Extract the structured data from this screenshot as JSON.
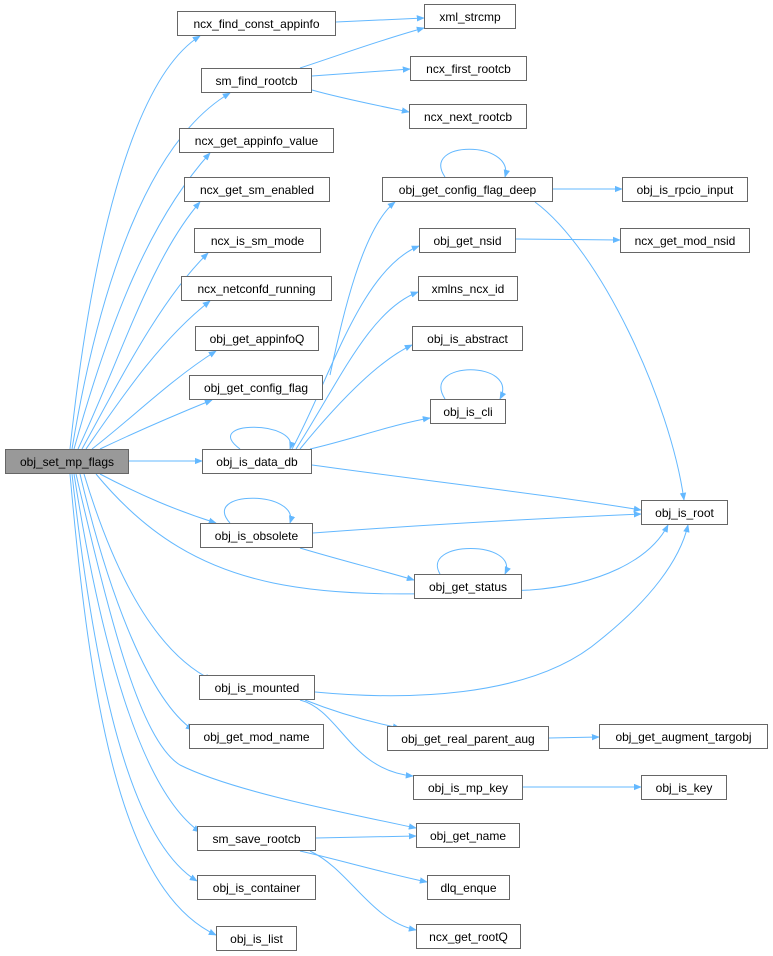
{
  "graph": {
    "root": "obj_set_mp_flags",
    "edge_color": "#63b8ff",
    "nodes": {
      "obj_set_mp_flags": "obj_set_mp_flags",
      "ncx_find_const_appinfo": "ncx_find_const_appinfo",
      "xml_strcmp": "xml_strcmp",
      "sm_find_rootcb": "sm_find_rootcb",
      "ncx_first_rootcb": "ncx_first_rootcb",
      "ncx_next_rootcb": "ncx_next_rootcb",
      "ncx_get_appinfo_value": "ncx_get_appinfo_value",
      "ncx_get_sm_enabled": "ncx_get_sm_enabled",
      "ncx_is_sm_mode": "ncx_is_sm_mode",
      "ncx_netconfd_running": "ncx_netconfd_running",
      "obj_get_appinfoQ": "obj_get_appinfoQ",
      "obj_get_config_flag": "obj_get_config_flag",
      "obj_is_data_db": "obj_is_data_db",
      "obj_is_obsolete": "obj_is_obsolete",
      "obj_get_config_flag_deep": "obj_get_config_flag_deep",
      "obj_is_rpcio_input": "obj_is_rpcio_input",
      "obj_get_nsid": "obj_get_nsid",
      "ncx_get_mod_nsid": "ncx_get_mod_nsid",
      "xmlns_ncx_id": "xmlns_ncx_id",
      "obj_is_abstract": "obj_is_abstract",
      "obj_is_cli": "obj_is_cli",
      "obj_is_root": "obj_is_root",
      "obj_get_status": "obj_get_status",
      "obj_is_mounted": "obj_is_mounted",
      "obj_get_mod_name": "obj_get_mod_name",
      "obj_get_real_parent_aug": "obj_get_real_parent_aug",
      "obj_get_augment_targobj": "obj_get_augment_targobj",
      "obj_is_mp_key": "obj_is_mp_key",
      "obj_is_key": "obj_is_key",
      "sm_save_rootcb": "sm_save_rootcb",
      "obj_get_name": "obj_get_name",
      "obj_is_container": "obj_is_container",
      "dlq_enque": "dlq_enque",
      "obj_is_list": "obj_is_list",
      "ncx_get_rootQ": "ncx_get_rootQ"
    }
  }
}
